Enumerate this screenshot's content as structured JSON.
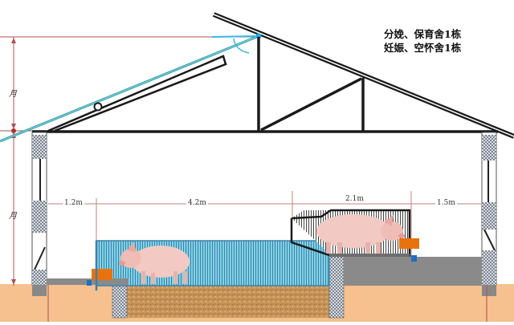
{
  "diagram": {
    "title_lines": [
      "分娩、保育舍1栋",
      "妊娠、空怀舍1栋"
    ],
    "dimensions": {
      "left_aisle": "1.2m",
      "left_pen": "4.2m",
      "right_pen": "2.1m",
      "right_aisle": "1.5m"
    },
    "vertical_labels": {
      "roof_height": "月",
      "wall_height": "月"
    },
    "colors": {
      "soil": "#F6C08F",
      "bedding": "#C8955A",
      "pen_blue": "#7FD3E6",
      "slat_line": "#3F7FA8",
      "concrete": "#8A8A8A",
      "feeder_orange": "#E8730C",
      "drinker_blue": "#1E6FC0",
      "frame": "#1A1A1A",
      "dimension_line": "#B05050",
      "curtain_teal": "#2E9CA8"
    },
    "elements": [
      "gable-roof",
      "roof-truss",
      "ventilation-flap",
      "side-wall-left",
      "side-wall-right",
      "fermentation-bed",
      "low-pen-left",
      "elevated-crate-right",
      "feeder-left",
      "feeder-right",
      "drinker-left",
      "drinker-right",
      "pig-left",
      "pig-right"
    ]
  }
}
